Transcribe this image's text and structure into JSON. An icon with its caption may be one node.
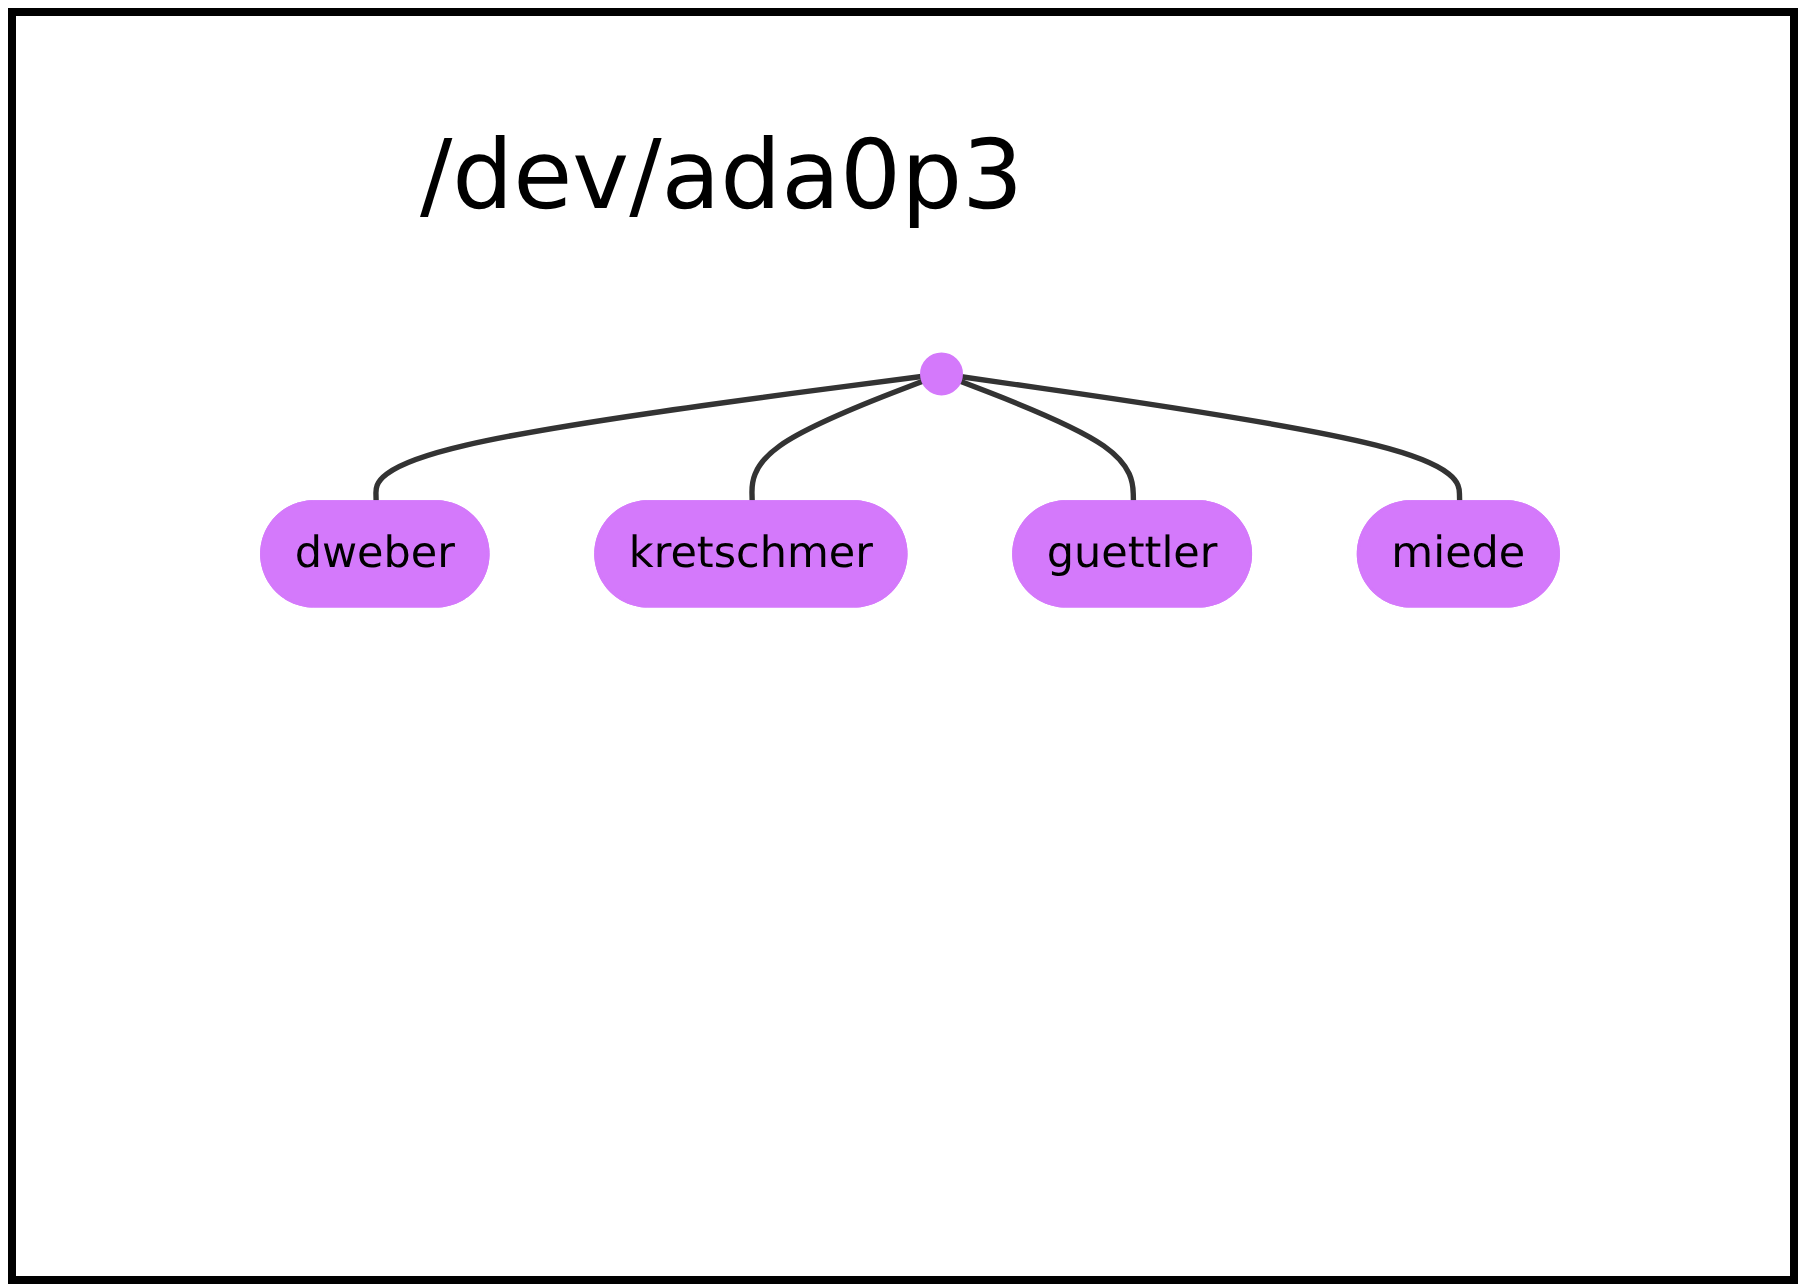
{
  "diagram": {
    "title": "/dev/ada0p3",
    "nodes": [
      {
        "text": [],
        "shape": "circle"
      },
      {
        "text": [
          "dweber"
        ]
      },
      {
        "text": [
          "kretschmer"
        ]
      },
      {
        "text": [
          "guettler"
        ]
      },
      {
        "text": [
          "miede"
        ]
      }
    ],
    "edges": [
      {
        "from": 0,
        "to": 1,
        "arrow": "none"
      },
      {
        "from": 0,
        "to": 2,
        "arrow": "none"
      },
      {
        "from": 0,
        "to": 3,
        "arrow": "none"
      },
      {
        "from": 0,
        "to": 4,
        "arrow": "none"
      }
    ]
  }
}
